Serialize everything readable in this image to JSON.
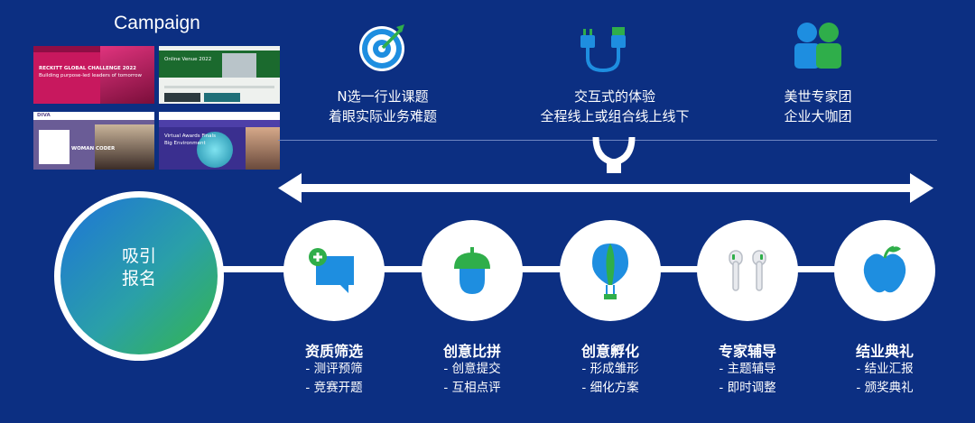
{
  "campaign": {
    "title": "Campaign",
    "thumbnails": [
      {
        "id": "t1",
        "caption": "RECKITT GLOBAL CHALLENGE 2022",
        "subcaption": "Building purpose-led leaders of tomorrow",
        "bg": "#c8185e"
      },
      {
        "id": "t2",
        "caption": "Online Venue 2022",
        "subcaption": "",
        "bg": "#1b6a2e"
      },
      {
        "id": "t3",
        "caption": "DIVA",
        "subcaption": "WOMAN CODER",
        "bg": "#5b4a8c"
      },
      {
        "id": "t4",
        "caption": "Virtual Awards Finals",
        "subcaption": "Big Environment",
        "bg": "#3a2f8f"
      }
    ]
  },
  "features": [
    {
      "line1": "N选一行业课题",
      "line2": "着眼实际业务难题",
      "icon": "target-icon"
    },
    {
      "line1": "交互式的体验",
      "line2": "全程线上或组合线上线下",
      "icon": "plug-icon"
    },
    {
      "line1": "美世专家团",
      "line2": "企业大咖团",
      "icon": "people-icon"
    }
  ],
  "start": {
    "line1": "吸引",
    "line2": "报名"
  },
  "steps": [
    {
      "title": "资质筛选",
      "items": [
        "- 测评预筛",
        "- 竞赛开题"
      ],
      "icon": "chat-plus-icon"
    },
    {
      "title": "创意比拼",
      "items": [
        "- 创意提交",
        "- 互相点评"
      ],
      "icon": "acorn-icon"
    },
    {
      "title": "创意孵化",
      "items": [
        "- 形成雏形",
        "- 细化方案"
      ],
      "icon": "balloon-icon"
    },
    {
      "title": "专家辅导",
      "items": [
        "- 主题辅导",
        "- 即时调整"
      ],
      "icon": "earbuds-icon"
    },
    {
      "title": "结业典礼",
      "items": [
        "- 结业汇报",
        "- 颁奖典礼"
      ],
      "icon": "apple-icon"
    }
  ],
  "colors": {
    "background": "#0c2f82",
    "accent_blue": "#1e8ee0",
    "accent_green": "#2fae4a"
  }
}
